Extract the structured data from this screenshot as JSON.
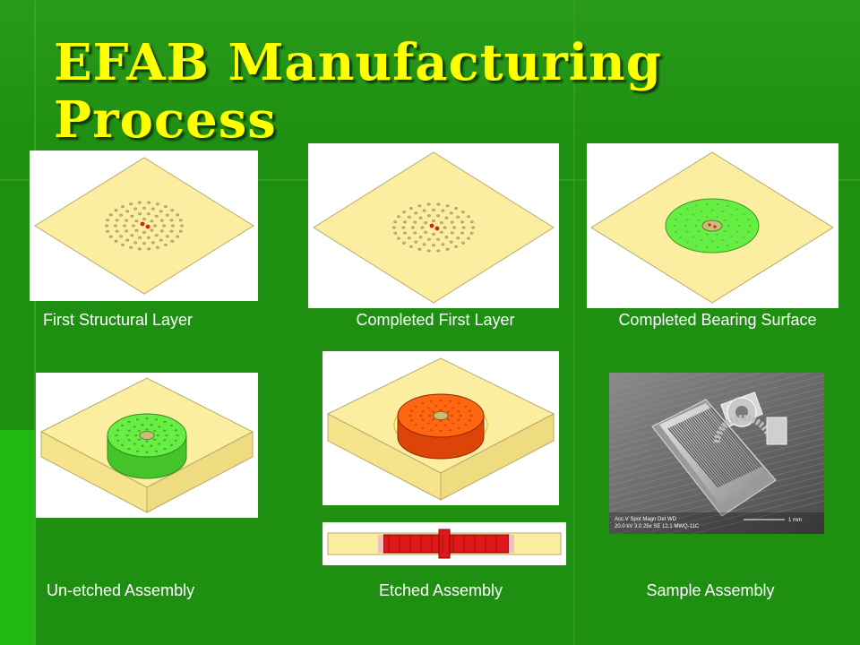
{
  "slide": {
    "title": "EFAB Manufacturing Process",
    "background_color": "#1f8f12",
    "title_color": "#ffff00"
  },
  "panels": [
    {
      "caption": "First Structural Layer",
      "illustration": "flat-plate-with-hole-pattern-icon"
    },
    {
      "caption": "Completed First Layer",
      "illustration": "flat-plate-with-hole-pattern-icon"
    },
    {
      "caption": "Completed Bearing Surface",
      "illustration": "plate-with-green-disc-icon"
    },
    {
      "caption": "Un-etched Assembly",
      "illustration": "block-with-green-cylinder-icon"
    },
    {
      "caption": "Etched Assembly",
      "illustration": "block-with-orange-cylinder-icon"
    },
    {
      "caption": "Sample Assembly",
      "illustration": "sem-micrograph-gear-assembly-icon"
    }
  ],
  "sem_labels": {
    "line1": "Acc.V  Spot  Magn  Det  WD",
    "line2": "20.0 kV  3.0   25x   SE  12.1  MWQ-11C",
    "scale": "1 mm"
  },
  "palette": {
    "plate": "#fbeea0",
    "plate_edge": "#b8a96a",
    "disc_green": "#66ee44",
    "disc_orange": "#ff6611",
    "section_red": "#e01818"
  }
}
